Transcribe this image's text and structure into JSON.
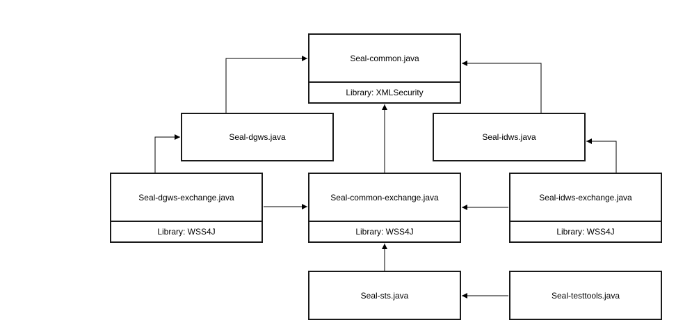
{
  "diagram": {
    "nodes": {
      "seal_common": {
        "title": "Seal-common.java",
        "library": "Library: XMLSecurity"
      },
      "seal_dgws": {
        "title": "Seal-dgws.java"
      },
      "seal_idws": {
        "title": "Seal-idws.java"
      },
      "seal_dgws_exchange": {
        "title": "Seal-dgws-exchange.java",
        "library": "Library: WSS4J"
      },
      "seal_common_exchange": {
        "title": "Seal-common-exchange.java",
        "library": "Library: WSS4J"
      },
      "seal_idws_exchange": {
        "title": "Seal-idws-exchange.java",
        "library": "Library: WSS4J"
      },
      "seal_sts": {
        "title": "Seal-sts.java"
      },
      "seal_testtools": {
        "title": "Seal-testtools.java"
      }
    },
    "edges": [
      {
        "from": "seal_dgws",
        "to": "seal_common"
      },
      {
        "from": "seal_idws",
        "to": "seal_common"
      },
      {
        "from": "seal_common_exchange",
        "to": "seal_common"
      },
      {
        "from": "seal_dgws_exchange",
        "to": "seal_dgws"
      },
      {
        "from": "seal_idws_exchange",
        "to": "seal_idws"
      },
      {
        "from": "seal_dgws_exchange",
        "to": "seal_common_exchange"
      },
      {
        "from": "seal_idws_exchange",
        "to": "seal_common_exchange"
      },
      {
        "from": "seal_sts",
        "to": "seal_common_exchange"
      },
      {
        "from": "seal_testtools",
        "to": "seal_sts"
      }
    ]
  }
}
